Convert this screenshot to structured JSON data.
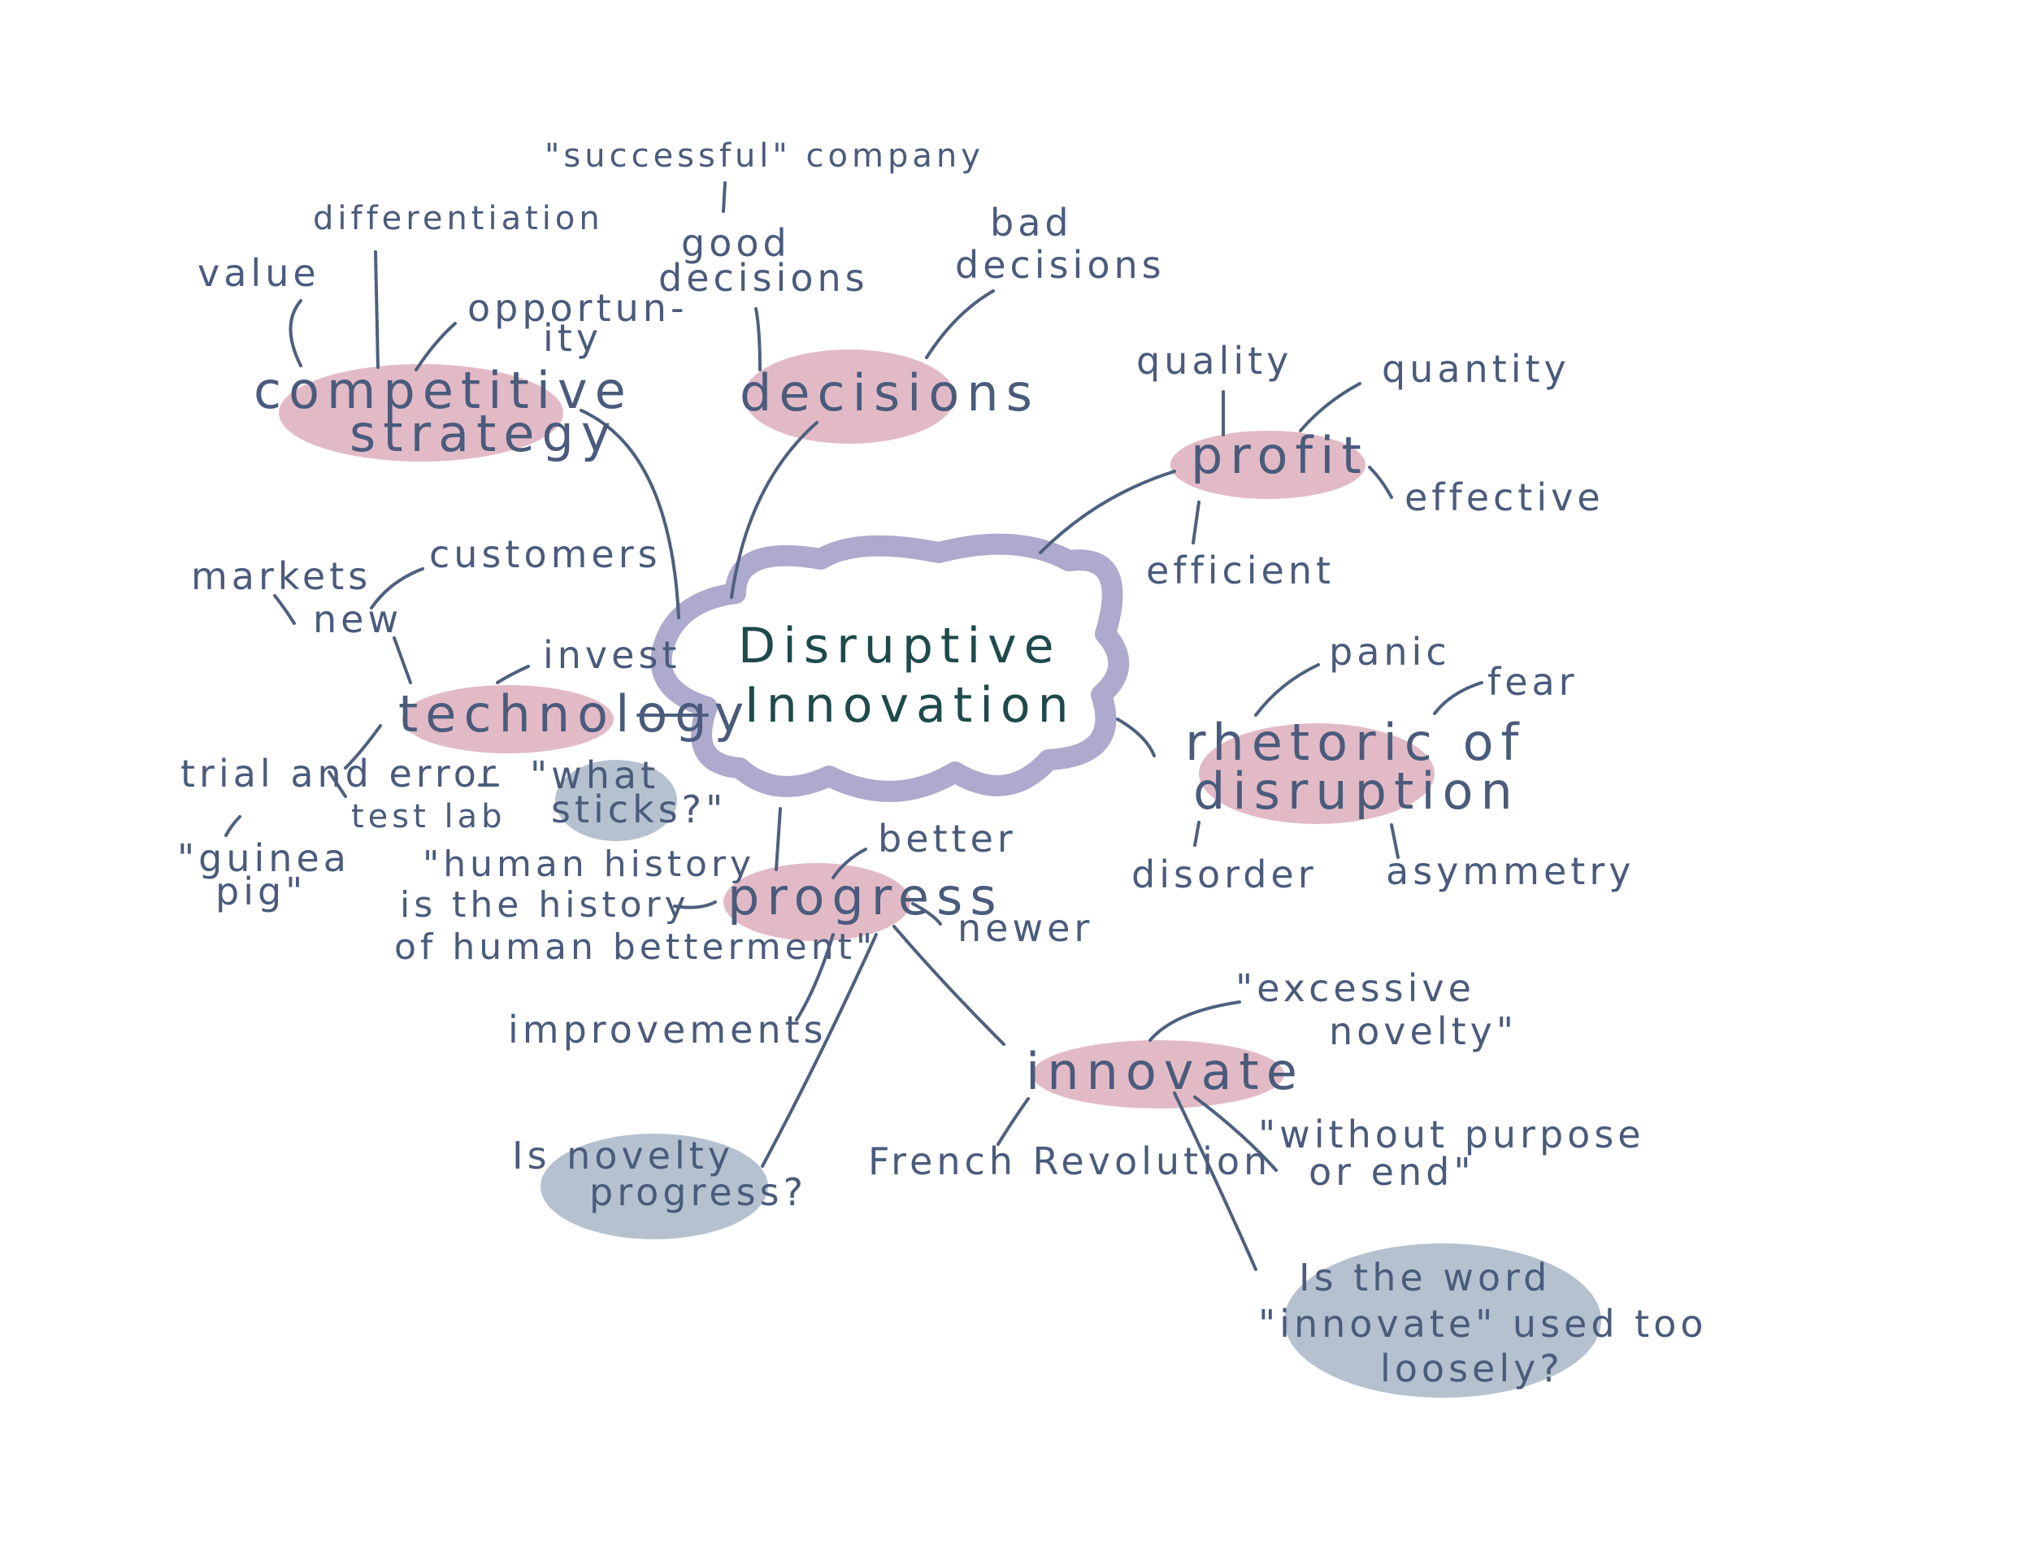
{
  "colors": {
    "background": "#ffffff",
    "text": "#4a5b7c",
    "center_text": "#1e4a4a",
    "line": "#4e607e",
    "pink_highlight": "#e2bac6",
    "grey_blob": "#b5c1cf",
    "cloud_outline": "#aeaacd"
  },
  "center": {
    "line1": "Disruptive",
    "line2": "Innovation"
  },
  "competitive_strategy": {
    "line1": "competitive",
    "line2": "strategy",
    "value": "value",
    "differentiation": "differentiation",
    "opportunity_line1": "opportun-",
    "opportunity_line2": "ity"
  },
  "decisions": {
    "label": "decisions",
    "successful_company": "\"successful\" company",
    "good_line1": "good",
    "good_line2": "decisions",
    "bad_line1": "bad",
    "bad_line2": "decisions"
  },
  "profit": {
    "label": "profit",
    "quality": "quality",
    "quantity": "quantity",
    "effective": "effective",
    "efficient": "efficient"
  },
  "technology": {
    "label": "technology",
    "markets": "markets",
    "customers": "customers",
    "new": "new",
    "invest": "invest",
    "trial_and_error": "trial and error",
    "test_lab": "test lab",
    "guinea_line1": "\"guinea",
    "guinea_line2": "pig\"",
    "what_line1": "\"what",
    "what_line2": "sticks?\""
  },
  "rhetoric": {
    "line1": "rhetoric of",
    "line2": "disruption",
    "panic": "panic",
    "fear": "fear",
    "disorder": "disorder",
    "asymmetry": "asymmetry"
  },
  "progress": {
    "label": "progress",
    "better": "better",
    "newer": "newer",
    "quote_line1": "\"human history",
    "quote_line2": "is the history",
    "quote_line3": "of human betterment\"",
    "improvements": "improvements",
    "question_line1": "Is novelty",
    "question_line2": "progress?"
  },
  "innovate": {
    "label": "innovate",
    "excessive_line1": "\"excessive",
    "excessive_line2": "novelty\"",
    "without_line1": "\"without purpose",
    "without_line2": "or end\"",
    "french_revolution": "French Revolution",
    "question_line1": "Is the word",
    "question_line2": "\"innovate\" used too",
    "question_line3": "loosely?"
  }
}
